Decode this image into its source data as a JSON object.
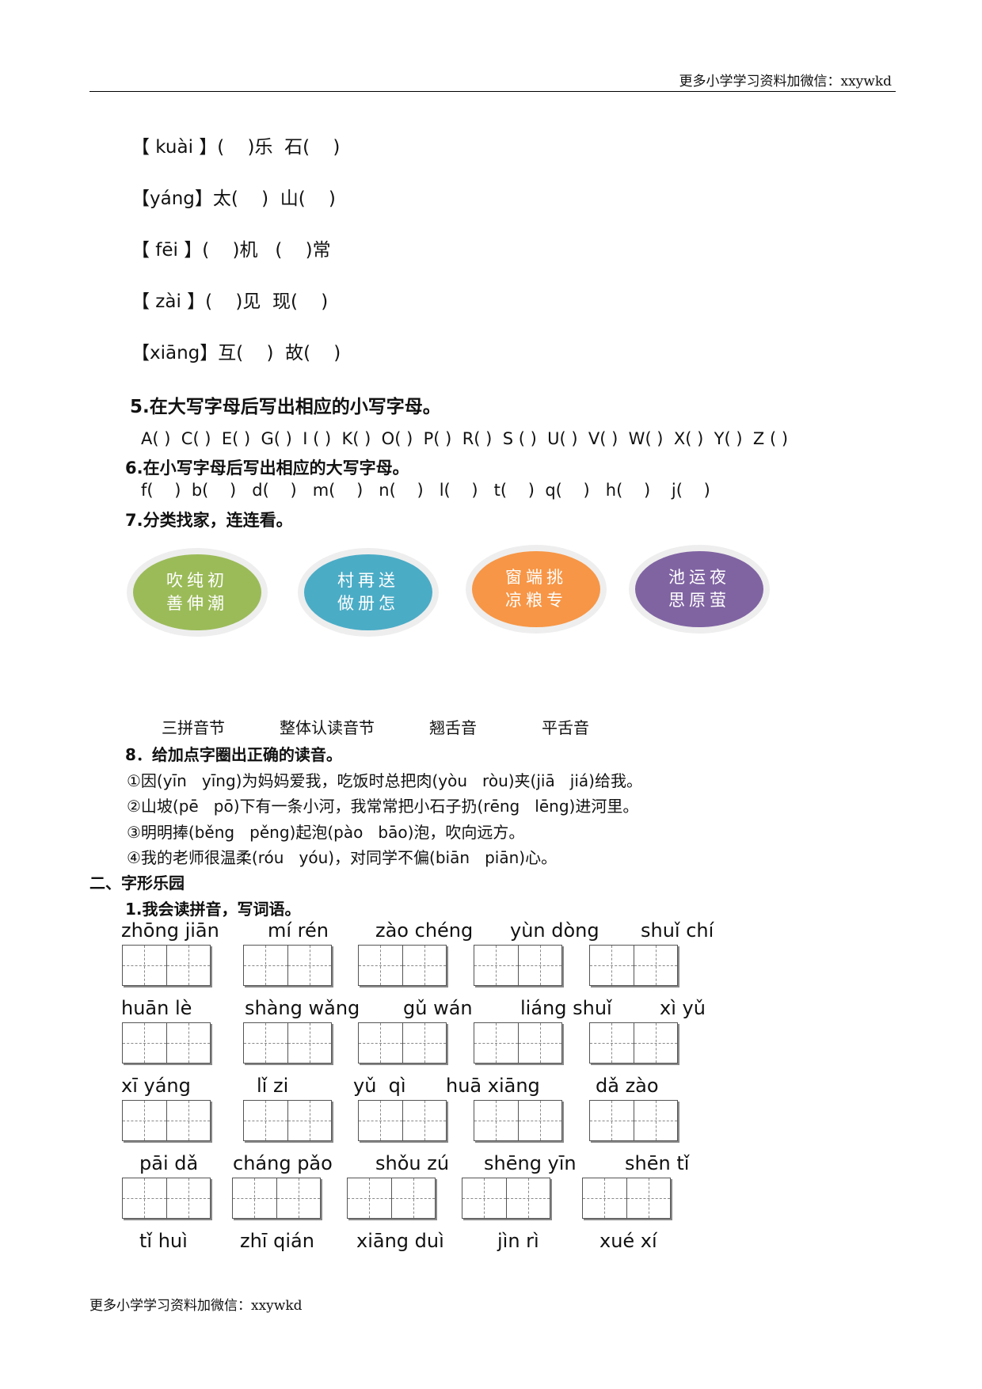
{
  "header": {
    "text": "更多小学学习资料加微信：xxywkd"
  },
  "footer": {
    "text": "更多小学学习资料加微信：xxywkd"
  },
  "polyphones": [
    "【 kuài 】(    )乐  石(    )",
    "【yáng】太(    )  山(    )",
    "【 fēi 】(    )机   (    )常",
    "【 zài 】(    )见  现(    )",
    "【xiāng】互(    )  故(    )"
  ],
  "q5": {
    "title": "5.在大写字母后写出相应的小写字母。",
    "letters": "A( )  C( )  E( )  G( )  I ( )  K( )  O( )  P( )  R( )  S ( )  U( )  V( )  W( )  X( )  Y( )  Z ( )"
  },
  "q6": {
    "title": "6.在小写字母后写出相应的大写字母。",
    "letters": "f(    )  b(    )   d(    )   m(    )   n(    )   l(    )   t(    )  q(    )   h(    )    j(    )"
  },
  "q7": {
    "title": "7.分类找家，连连看。",
    "blobs": [
      {
        "line1": "吹纯初",
        "line2": "善伸潮",
        "color": "#9bbb59"
      },
      {
        "line1": "村再送",
        "line2": "做册怎",
        "color": "#4bacc6"
      },
      {
        "line1": "窗端挑",
        "line2": "凉粮专",
        "color": "#f79646"
      },
      {
        "line1": "池运夜",
        "line2": "思原萤",
        "color": "#8064a2"
      }
    ],
    "categories": [
      "三拼音节",
      "整体认读音节",
      "翘舌音",
      "平舌音"
    ]
  },
  "q8": {
    "title": "8．给加点字圈出正确的读音。",
    "sentences": [
      "①因(yīn   yīng)为妈妈爱我，吃饭时总把肉(yòu   ròu)夹(jiā   jiá)给我。",
      "②山坡(pē   pō)下有一条小河，我常常把小石子扔(rēng   lēng)进河里。",
      "③明明捧(běng   pěng)起泡(pào   bāo)泡，吹向远方。",
      "④我的老师很温柔(róu   yóu)，对同学不偏(biān   piān)心。"
    ]
  },
  "section2": {
    "title": "二、字形乐园",
    "q1_title": "1.我会读拼音，写词语。"
  },
  "pinyin_rows": [
    [
      "zhōng jiān",
      "mí rén",
      "zào chéng",
      "yùn dòng",
      "shuǐ chí"
    ],
    [
      "huān lè",
      "shàng wǎng",
      "gǔ wán",
      "liáng shuǐ",
      "xì yǔ"
    ],
    [
      "xī yáng",
      "lǐ zi",
      "yǔ  qì",
      "huā xiāng",
      "dǎ zào"
    ],
    [
      "pāi dǎ",
      "cháng pǎo",
      "shǒu zú",
      "shēng yīn",
      "shēn tǐ"
    ],
    [
      "tǐ huì",
      "zhī qián",
      "xiāng duì",
      "jìn rì",
      "xué xí"
    ]
  ]
}
